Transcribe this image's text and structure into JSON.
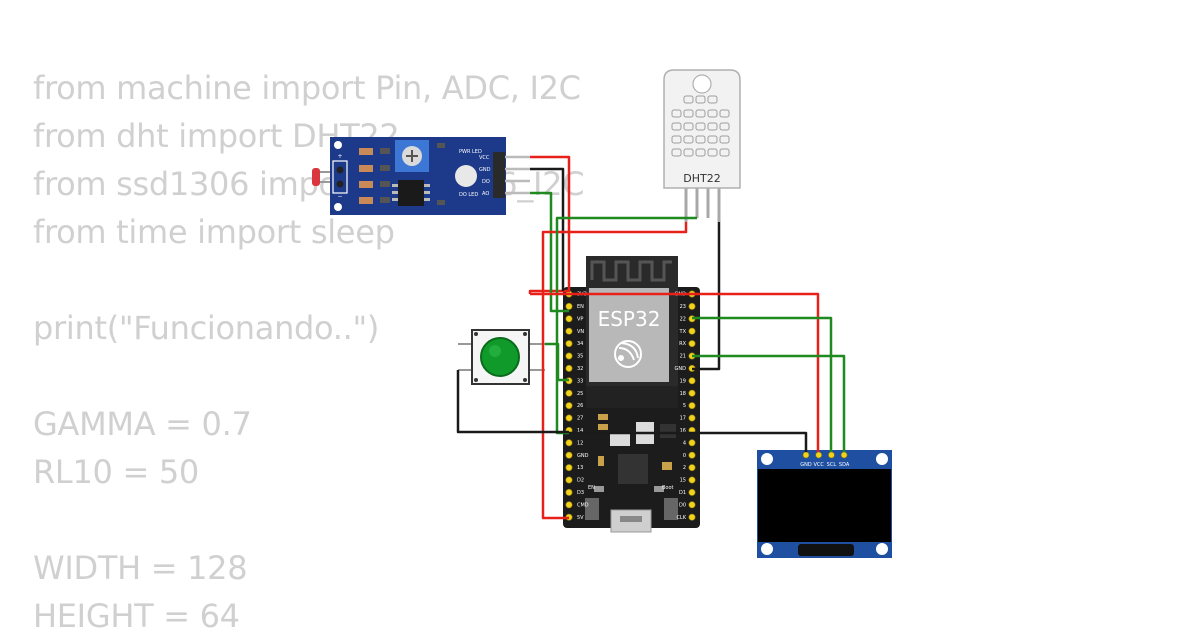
{
  "code_lines": [
    "from machine import Pin, ADC, I2C",
    "from dht import DHT22",
    "from ssd1306 import SSD1306_I2C",
    "from time import sleep",
    "",
    "print(\"Funcionando..\")",
    "",
    "GAMMA = 0.7",
    "RL10 = 50",
    "",
    "WIDTH = 128",
    "HEIGHT = 64"
  ],
  "esp32": {
    "label": "ESP32",
    "en_label": "EN",
    "boot_label": "Boot",
    "left_pins": [
      "3V3",
      "EN",
      "VP",
      "VN",
      "34",
      "35",
      "32",
      "33",
      "25",
      "26",
      "27",
      "14",
      "12",
      "GND",
      "13",
      "D2",
      "D3",
      "CMD",
      "5V"
    ],
    "right_pins": [
      "GND",
      "23",
      "22",
      "TX",
      "RX",
      "21",
      "GND",
      "19",
      "18",
      "5",
      "17",
      "16",
      "4",
      "0",
      "2",
      "15",
      "D1",
      "D0",
      "CLK"
    ]
  },
  "dht22": {
    "label": "DHT22"
  },
  "ldr_module": {
    "vcc": "VCC",
    "gnd": "GND",
    "do": "DO",
    "ao": "AO",
    "pwr_led": "PWR LED",
    "do_led": "DO LED",
    "plus": "+",
    "minus": "−"
  },
  "oled": {
    "pins": [
      "GND",
      "VCC",
      "SCL",
      "SDA"
    ]
  },
  "colors": {
    "wire_red": "#e8201a",
    "wire_green": "#1f8a1f",
    "wire_black": "#1a1a1a",
    "board_blue": "#1d3a8a",
    "esp_board": "#1c1c1c"
  },
  "icons": [
    "wifi-antenna-icon",
    "espressif-logo-icon",
    "potentiometer-icon",
    "push-button-icon"
  ]
}
